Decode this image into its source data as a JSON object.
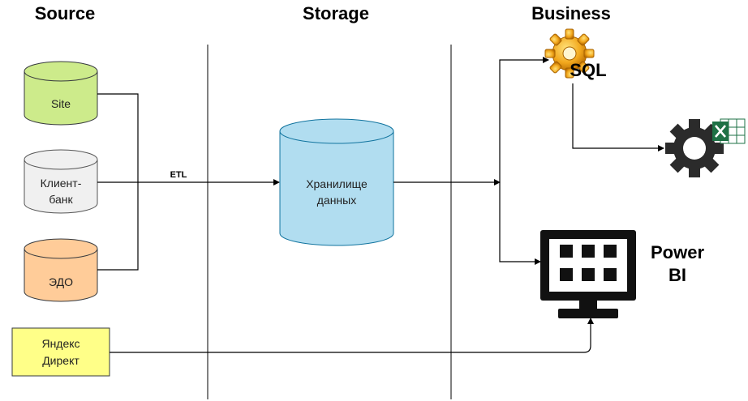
{
  "headers": {
    "source": "Source",
    "storage": "Storage",
    "business": "Business"
  },
  "sources": {
    "site": "Site",
    "client_bank_line1": "Клиент-",
    "client_bank_line2": "банк",
    "edo": "ЭДО",
    "yandex_line1": "Яндекс",
    "yandex_line2": "Директ"
  },
  "edge_label": "ETL",
  "storage": {
    "line1": "Хранилище",
    "line2": "данных"
  },
  "business": {
    "sql": "SQL",
    "powerbi_line1": "Power",
    "powerbi_line2": "BI",
    "sql_icon": "gear-icon",
    "excel_icon": "excel-gear-icon",
    "powerbi_icon": "monitor-dashboard-icon"
  },
  "colors": {
    "site": "#cdeb8b",
    "client_bank": "#f0f0f0",
    "edo": "#ffcc99",
    "storage": "#b1ddf0",
    "yandex": "#ffff88",
    "excel": "#1e7145"
  }
}
